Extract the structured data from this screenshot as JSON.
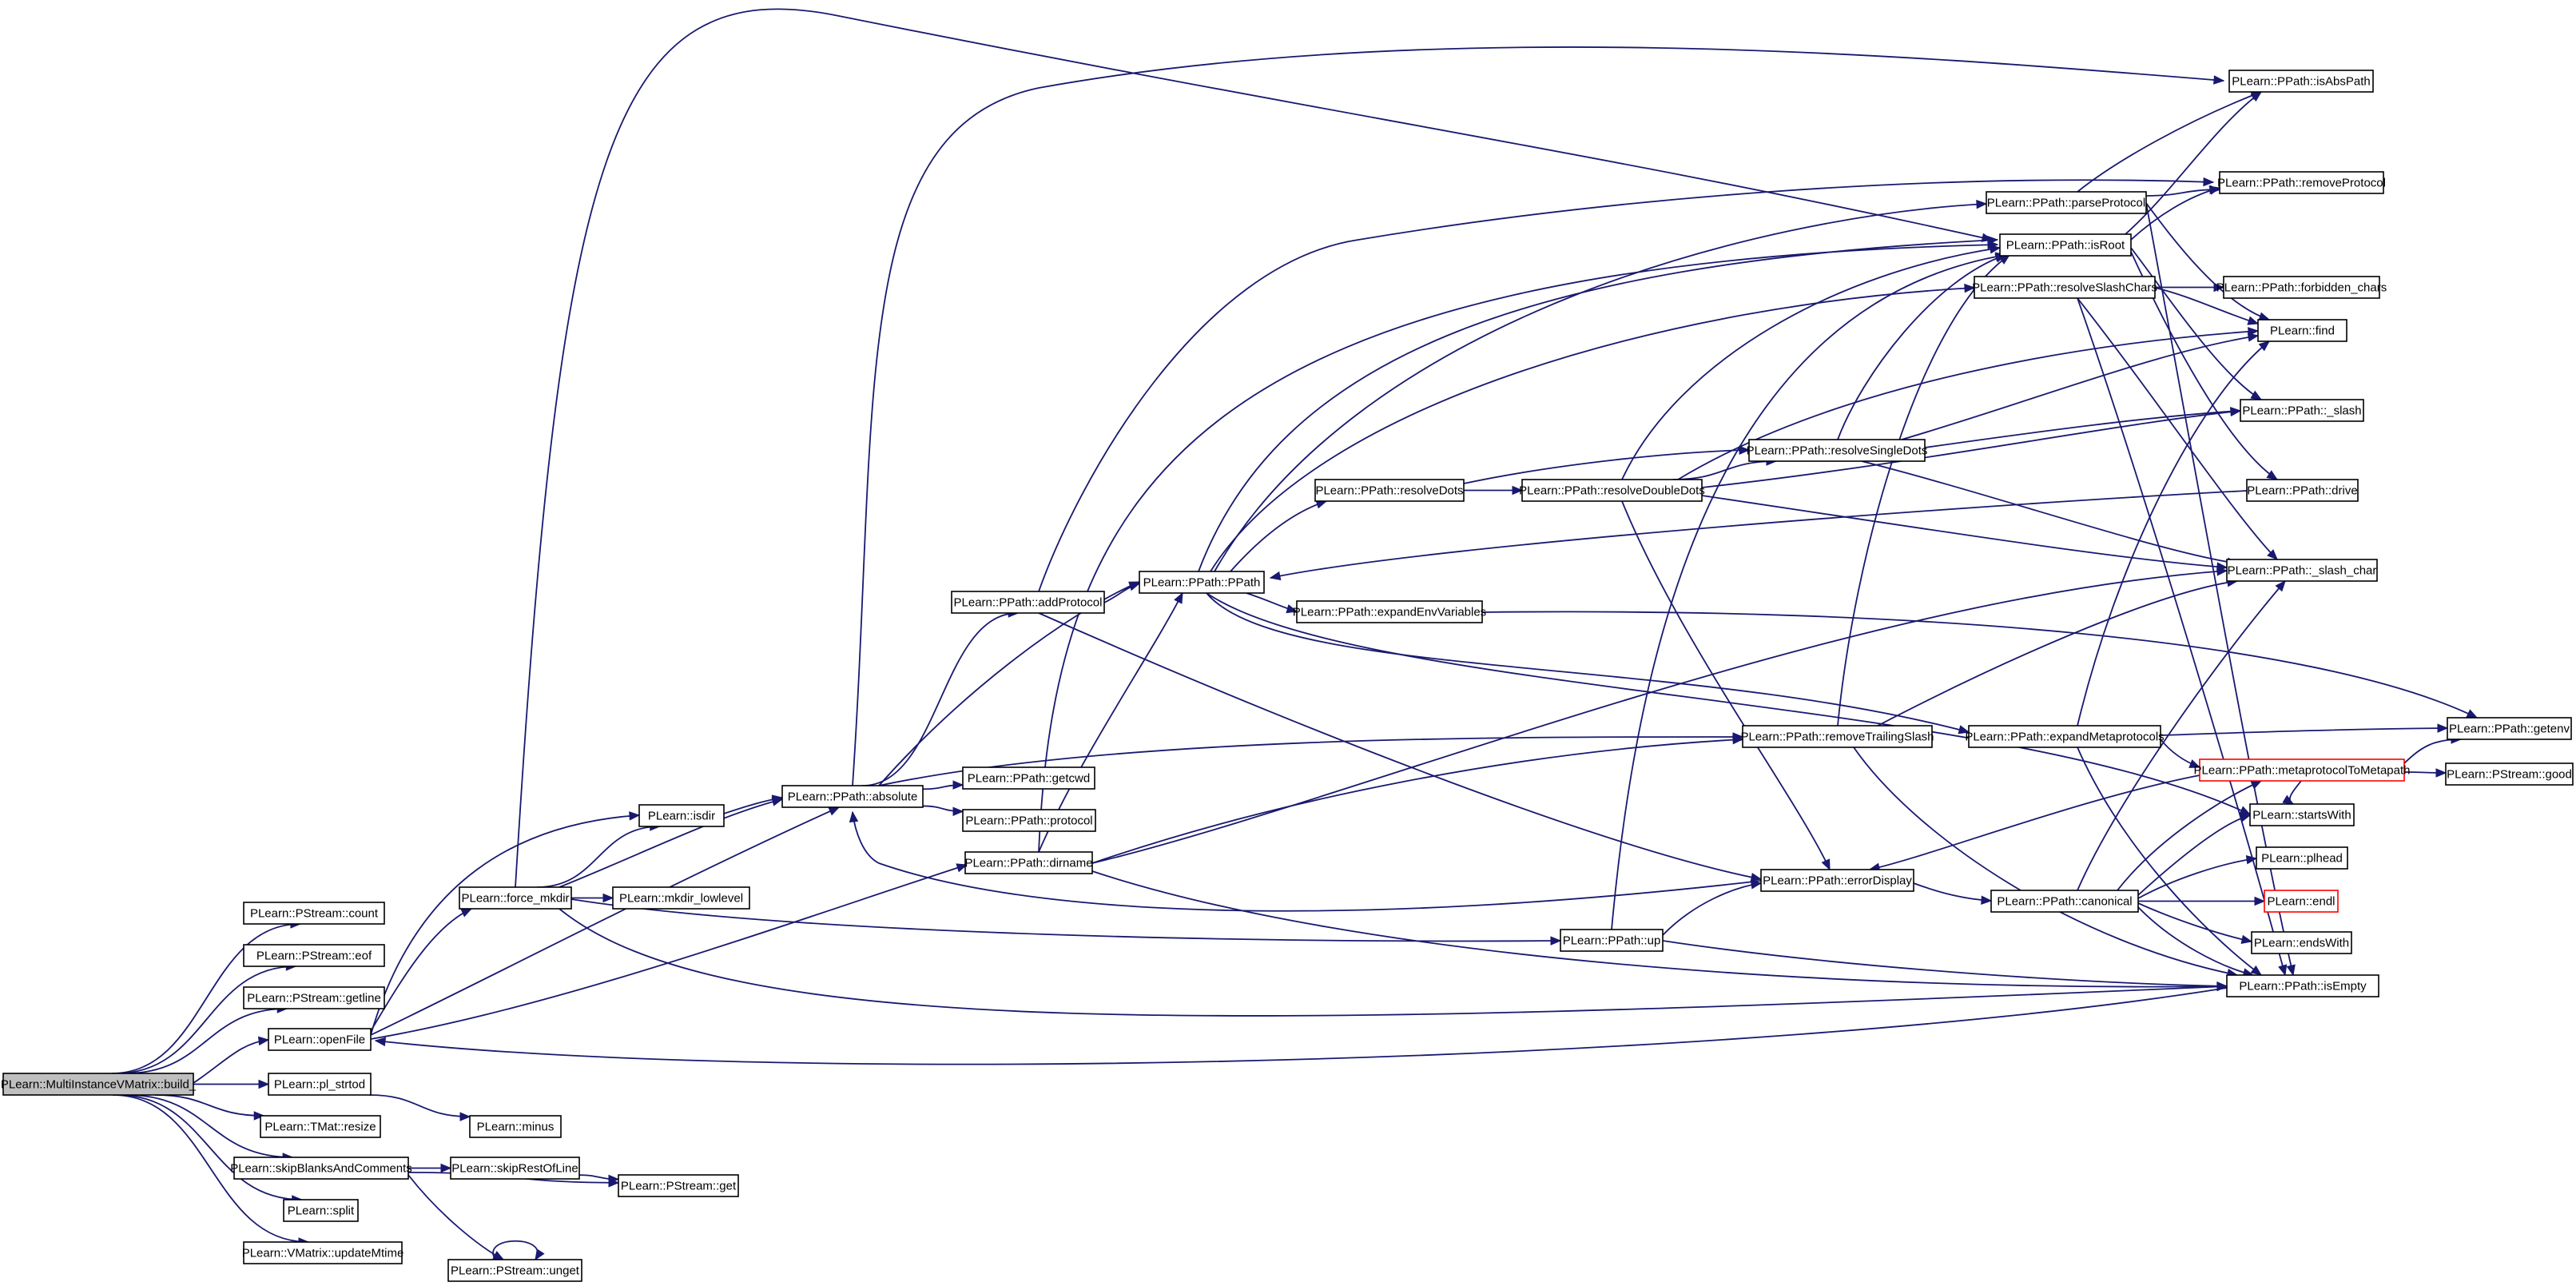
{
  "colors": {
    "edge": "#191970",
    "node_border": "#000000",
    "node_fill": "#ffffff",
    "root_fill": "#bfbfbf",
    "truncated_border": "#ff0000"
  },
  "nodes": [
    {
      "id": "root",
      "label": "PLearn::MultiInstanceVMatrix::build_",
      "root": true
    },
    {
      "id": "count",
      "label": "PLearn::PStream::count"
    },
    {
      "id": "eof",
      "label": "PLearn::PStream::eof"
    },
    {
      "id": "getline",
      "label": "PLearn::PStream::getline"
    },
    {
      "id": "openFile",
      "label": "PLearn::openFile"
    },
    {
      "id": "pl_strtod",
      "label": "PLearn::pl_strtod"
    },
    {
      "id": "resize",
      "label": "PLearn::TMat::resize"
    },
    {
      "id": "skipBlanks",
      "label": "PLearn::skipBlanksAndComments"
    },
    {
      "id": "split",
      "label": "PLearn::split"
    },
    {
      "id": "updateMtime",
      "label": "PLearn::VMatrix::updateMtime"
    },
    {
      "id": "force_mkdir",
      "label": "PLearn::force_mkdir"
    },
    {
      "id": "minus",
      "label": "PLearn::minus"
    },
    {
      "id": "skipRest",
      "label": "PLearn::skipRestOfLine"
    },
    {
      "id": "unget",
      "label": "PLearn::PStream::unget"
    },
    {
      "id": "isdir",
      "label": "PLearn::isdir"
    },
    {
      "id": "mkdir_lowlevel",
      "label": "PLearn::mkdir_lowlevel"
    },
    {
      "id": "get",
      "label": "PLearn::PStream::get"
    },
    {
      "id": "absolute",
      "label": "PLearn::PPath::absolute"
    },
    {
      "id": "addProtocol",
      "label": "PLearn::PPath::addProtocol"
    },
    {
      "id": "getcwd",
      "label": "PLearn::PPath::getcwd"
    },
    {
      "id": "protocol",
      "label": "PLearn::PPath::protocol"
    },
    {
      "id": "dirname",
      "label": "PLearn::PPath::dirname"
    },
    {
      "id": "PPath",
      "label": "PLearn::PPath::PPath"
    },
    {
      "id": "resolveDots",
      "label": "PLearn::PPath::resolveDots"
    },
    {
      "id": "expandEnv",
      "label": "PLearn::PPath::expandEnvVariables"
    },
    {
      "id": "resolveDoubleDots",
      "label": "PLearn::PPath::resolveDoubleDots"
    },
    {
      "id": "up",
      "label": "PLearn::PPath::up"
    },
    {
      "id": "resolveSingleDots",
      "label": "PLearn::PPath::resolveSingleDots"
    },
    {
      "id": "removeTrailingSlash",
      "label": "PLearn::PPath::removeTrailingSlash"
    },
    {
      "id": "errorDisplay",
      "label": "PLearn::PPath::errorDisplay"
    },
    {
      "id": "parseProtocol",
      "label": "PLearn::PPath::parseProtocol"
    },
    {
      "id": "isRoot",
      "label": "PLearn::PPath::isRoot"
    },
    {
      "id": "resolveSlashChars",
      "label": "PLearn::PPath::resolveSlashChars"
    },
    {
      "id": "expandMetaprotocols",
      "label": "PLearn::PPath::expandMetaprotocols"
    },
    {
      "id": "metaprotocolToMetapath",
      "label": "PLearn::PPath::metaprotocolToMetapath",
      "red": true
    },
    {
      "id": "canonical",
      "label": "PLearn::PPath::canonical"
    },
    {
      "id": "isAbsPath",
      "label": "PLearn::PPath::isAbsPath"
    },
    {
      "id": "removeProtocol",
      "label": "PLearn::PPath::removeProtocol"
    },
    {
      "id": "forbidden_chars",
      "label": "PLearn::PPath::forbidden_chars"
    },
    {
      "id": "find",
      "label": "PLearn::find"
    },
    {
      "id": "_slash",
      "label": "PLearn::PPath::_slash"
    },
    {
      "id": "drive",
      "label": "PLearn::PPath::drive"
    },
    {
      "id": "_slash_char",
      "label": "PLearn::PPath::_slash_char"
    },
    {
      "id": "getenv",
      "label": "PLearn::PPath::getenv"
    },
    {
      "id": "good",
      "label": "PLearn::PStream::good"
    },
    {
      "id": "startsWith",
      "label": "PLearn::startsWith"
    },
    {
      "id": "plhead",
      "label": "PLearn::plhead"
    },
    {
      "id": "endl",
      "label": "PLearn::endl",
      "red": true
    },
    {
      "id": "endsWith",
      "label": "PLearn::endsWith"
    },
    {
      "id": "isEmpty",
      "label": "PLearn::PPath::isEmpty"
    }
  ],
  "edges": [
    [
      "root",
      "count"
    ],
    [
      "root",
      "eof"
    ],
    [
      "root",
      "getline"
    ],
    [
      "root",
      "openFile"
    ],
    [
      "root",
      "pl_strtod"
    ],
    [
      "root",
      "resize"
    ],
    [
      "root",
      "skipBlanks"
    ],
    [
      "root",
      "split"
    ],
    [
      "root",
      "updateMtime"
    ],
    [
      "openFile",
      "force_mkdir"
    ],
    [
      "openFile",
      "isdir"
    ],
    [
      "openFile",
      "absolute"
    ],
    [
      "openFile",
      "dirname"
    ],
    [
      "pl_strtod",
      "minus"
    ],
    [
      "skipBlanks",
      "skipRest"
    ],
    [
      "skipBlanks",
      "get"
    ],
    [
      "skipBlanks",
      "unget"
    ],
    [
      "skipRest",
      "get"
    ],
    [
      "unget",
      "unget"
    ],
    [
      "force_mkdir",
      "isdir"
    ],
    [
      "force_mkdir",
      "mkdir_lowlevel"
    ],
    [
      "force_mkdir",
      "absolute"
    ],
    [
      "force_mkdir",
      "up"
    ],
    [
      "force_mkdir",
      "isEmpty"
    ],
    [
      "force_mkdir",
      "isRoot"
    ],
    [
      "isdir",
      "absolute"
    ],
    [
      "absolute",
      "addProtocol"
    ],
    [
      "absolute",
      "getcwd"
    ],
    [
      "absolute",
      "protocol"
    ],
    [
      "absolute",
      "PPath"
    ],
    [
      "absolute",
      "removeTrailingSlash"
    ],
    [
      "absolute",
      "isAbsPath"
    ],
    [
      "addProtocol",
      "PPath"
    ],
    [
      "addProtocol",
      "removeProtocol"
    ],
    [
      "addProtocol",
      "errorDisplay"
    ],
    [
      "dirname",
      "PPath"
    ],
    [
      "dirname",
      "removeTrailingSlash"
    ],
    [
      "dirname",
      "_slash_char"
    ],
    [
      "dirname",
      "isEmpty"
    ],
    [
      "dirname",
      "isRoot"
    ],
    [
      "PPath",
      "resolveDots"
    ],
    [
      "PPath",
      "expandEnv"
    ],
    [
      "PPath",
      "parseProtocol"
    ],
    [
      "PPath",
      "isRoot"
    ],
    [
      "PPath",
      "resolveSlashChars"
    ],
    [
      "PPath",
      "expandMetaprotocols"
    ],
    [
      "PPath",
      "startsWith"
    ],
    [
      "resolveDots",
      "resolveDoubleDots"
    ],
    [
      "resolveDots",
      "resolveSingleDots"
    ],
    [
      "resolveDoubleDots",
      "resolveSingleDots"
    ],
    [
      "resolveDoubleDots",
      "isRoot"
    ],
    [
      "resolveDoubleDots",
      "_slash"
    ],
    [
      "resolveDoubleDots",
      "_slash_char"
    ],
    [
      "resolveDoubleDots",
      "errorDisplay"
    ],
    [
      "resolveDoubleDots",
      "find"
    ],
    [
      "resolveSingleDots",
      "_slash"
    ],
    [
      "resolveSingleDots",
      "find"
    ],
    [
      "resolveSingleDots",
      "isRoot"
    ],
    [
      "resolveSingleDots",
      "_slash_char"
    ],
    [
      "expandEnv",
      "getenv"
    ],
    [
      "removeTrailingSlash",
      "isRoot"
    ],
    [
      "removeTrailingSlash",
      "_slash_char"
    ],
    [
      "removeTrailingSlash",
      "isEmpty"
    ],
    [
      "errorDisplay",
      "absolute"
    ],
    [
      "errorDisplay",
      "canonical"
    ],
    [
      "up",
      "errorDisplay"
    ],
    [
      "up",
      "isEmpty"
    ],
    [
      "up",
      "isRoot"
    ],
    [
      "parseProtocol",
      "isAbsPath"
    ],
    [
      "parseProtocol",
      "removeProtocol"
    ],
    [
      "parseProtocol",
      "find"
    ],
    [
      "parseProtocol",
      "isEmpty"
    ],
    [
      "isRoot",
      "isAbsPath"
    ],
    [
      "isRoot",
      "removeProtocol"
    ],
    [
      "isRoot",
      "_slash"
    ],
    [
      "isRoot",
      "drive"
    ],
    [
      "resolveSlashChars",
      "forbidden_chars"
    ],
    [
      "resolveSlashChars",
      "find"
    ],
    [
      "resolveSlashChars",
      "_slash_char"
    ],
    [
      "resolveSlashChars",
      "isEmpty"
    ],
    [
      "drive",
      "PPath"
    ],
    [
      "expandMetaprotocols",
      "getenv"
    ],
    [
      "expandMetaprotocols",
      "metaprotocolToMetapath"
    ],
    [
      "expandMetaprotocols",
      "find"
    ],
    [
      "expandMetaprotocols",
      "isEmpty"
    ],
    [
      "metaprotocolToMetapath",
      "good"
    ],
    [
      "metaprotocolToMetapath",
      "getenv"
    ],
    [
      "metaprotocolToMetapath",
      "errorDisplay"
    ],
    [
      "metaprotocolToMetapath",
      "startsWith"
    ],
    [
      "canonical",
      "startsWith"
    ],
    [
      "canonical",
      "plhead"
    ],
    [
      "canonical",
      "endl"
    ],
    [
      "canonical",
      "endsWith"
    ],
    [
      "canonical",
      "isEmpty"
    ],
    [
      "canonical",
      "_slash_char"
    ],
    [
      "canonical",
      "metaprotocolToMetapath"
    ],
    [
      "isEmpty",
      "openFile"
    ]
  ]
}
